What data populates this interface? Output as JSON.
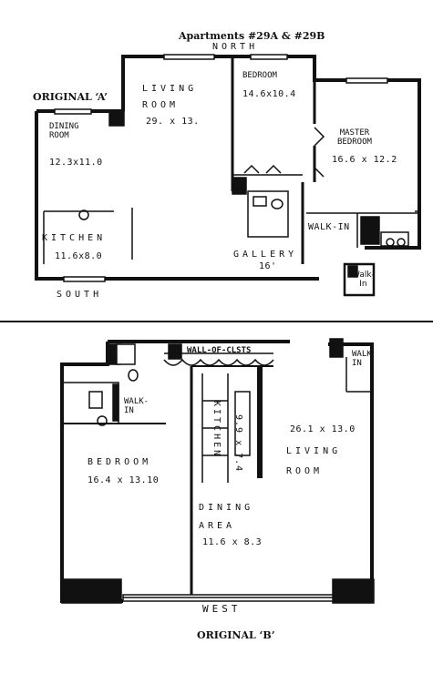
{
  "plan_a": {
    "title": "Apartments #29A & #29B",
    "name": "ORIGINAL ‘A’",
    "north": "NORTH",
    "south": "SOUTH",
    "dining_room": "DINING\nROOM",
    "dining_dims": "12.3x11.0",
    "living_room": "LIVING\nROOM",
    "living_dims": "29. x 13.",
    "bedroom": "BEDROOM",
    "bedroom_dims": "14.6x10.4",
    "master": "MASTER\nBEDROOM",
    "master_dims": "16.6 x 12.2",
    "kitchen": "KITCHEN",
    "kitchen_dims": "11.6x8.0",
    "walkin": "WALK-IN",
    "walkin_small": "Walk-\nIn",
    "gallery": "GALLERY",
    "gallery_dims": "16'"
  },
  "plan_b": {
    "name": "ORIGINAL ‘B’",
    "wall_closets": "WALL-OF-CLSTS",
    "walkin_top": "WALK\nIN",
    "walkin_left": "WALK-\nIN",
    "bedroom": "BEDROOM",
    "bedroom_dims": "16.4 x 13.10",
    "kitchen": "KITCHEN",
    "kitchen_dims": "9.9 x 7.4",
    "living_dims": "26.1 x 13.0",
    "living": "LIVING\nROOM",
    "dining": "DINING\nAREA",
    "dining_dims": "11.6 x 8.3",
    "west": "WEST"
  }
}
